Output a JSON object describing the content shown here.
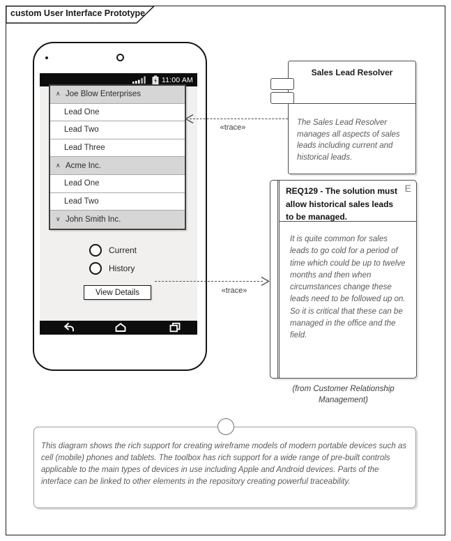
{
  "frame": {
    "title": "custom User Interface Prototype"
  },
  "phone": {
    "status_bar": {
      "time": "11:00 AM",
      "icons": [
        "signal-bars-icon",
        "battery-charging-icon"
      ]
    },
    "list": {
      "rows": [
        {
          "type": "group",
          "chevron": "∧",
          "state": "expanded",
          "label": "Joe Blow Enterprises"
        },
        {
          "type": "item",
          "label": "Lead One"
        },
        {
          "type": "item",
          "label": "Lead Two"
        },
        {
          "type": "item",
          "label": "Lead Three"
        },
        {
          "type": "group",
          "chevron": "∧",
          "state": "expanded",
          "label": "Acme Inc."
        },
        {
          "type": "item",
          "label": "Lead One"
        },
        {
          "type": "item",
          "label": "Lead Two"
        },
        {
          "type": "group",
          "chevron": "∨",
          "state": "collapsed",
          "label": "John Smith Inc."
        }
      ]
    },
    "radios": [
      {
        "label": "Current",
        "checked": false
      },
      {
        "label": "History",
        "checked": false
      }
    ],
    "button_label": "View Details",
    "nav_icons": [
      "back-icon",
      "home-icon",
      "recents-icon"
    ]
  },
  "component": {
    "title": "Sales Lead Resolver",
    "description": "The Sales Lead Resolver manages all aspects of sales leads including current and historical leads."
  },
  "requirement": {
    "title": "REQ129 - The solution must allow historical sales leads to be managed.",
    "corner_letter": "E",
    "description": "It is quite common for sales leads to go cold for a period of time which could be up to twelve months and then when circumstances change these leads need to be followed up on. So it is critical that these can be managed in the office and the field.",
    "from_text": "(from Customer Relationship Management)"
  },
  "connectors": [
    {
      "label": "«trace»",
      "direction": "to-list"
    },
    {
      "label": "«trace»",
      "direction": "to-requirement"
    }
  ],
  "note": {
    "text": "This diagram shows the rich support for creating wireframe models of modern portable devices such as cell (mobile) phones and tablets. The toolbox has rich support for a wide range of pre-built controls applicable to the main types of devices in use including Apple and Android devices. Parts of the interface can be linked to other elements in the repository creating powerful traceability."
  },
  "colors": {
    "frame_border": "#1a1a1a",
    "phone_bar": "#0d0d0d",
    "screen_bg": "#f1f0ee",
    "group_row_bg": "#d6d6d6",
    "muted_text": "#595959",
    "connector": "#4d4d4d"
  }
}
